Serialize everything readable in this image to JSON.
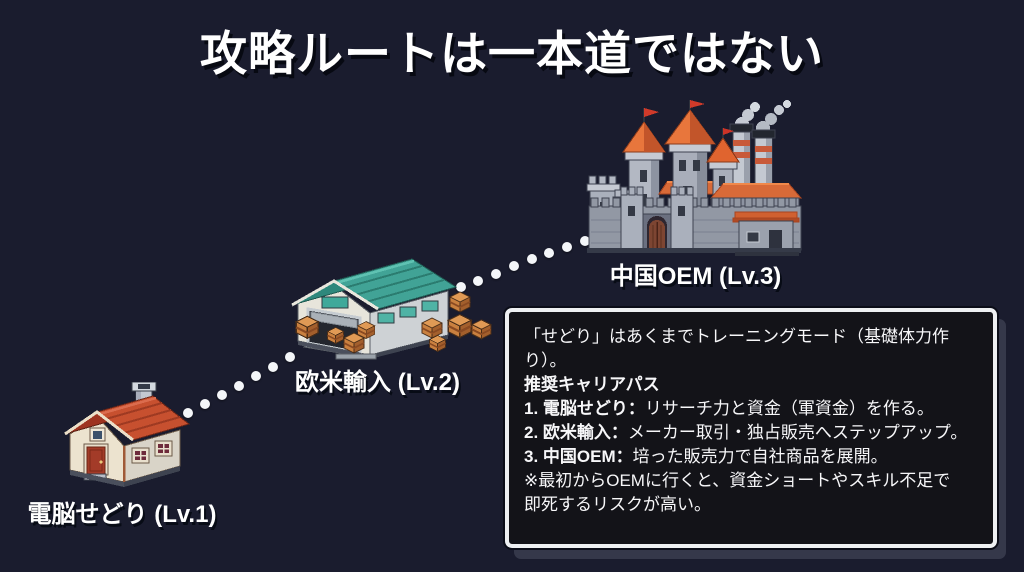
{
  "title": "攻略ルートは一本道ではない",
  "nodes": [
    {
      "id": "sedori-house",
      "label": "電脳せどり (Lv.1)",
      "icon": "pixel-house-icon"
    },
    {
      "id": "import-warehouse",
      "label": "欧米輸入 (Lv.2)",
      "icon": "pixel-warehouse-icon"
    },
    {
      "id": "china-oem-castle",
      "label": "中国OEM (Lv.3)",
      "icon": "pixel-castle-factory-icon"
    }
  ],
  "dialog": {
    "intro": "「せどり」はあくまでトレーニングモード（基礎体力作り）。",
    "heading": "推奨キャリアパス",
    "steps": [
      {
        "name": "1. 電脳せどり：",
        "desc": "リサーチ力と資金（軍資金）を作る。"
      },
      {
        "name": "2. 欧米輸入：",
        "desc": "メーカー取引・独占販売へステップアップ。"
      },
      {
        "name": "3. 中国OEM：",
        "desc": "培った販売力で自社商品を展開。"
      }
    ],
    "warning": "※最初からOEMに行くと、資金ショートやスキル不足で\n即死するリスクが高い。"
  },
  "colors": {
    "background": "#1a1c2e",
    "text": "#ffffff",
    "dialog_bg": "#131318",
    "dialog_border": "#eef0f2",
    "path_dot": "#f4f6f9",
    "house_roof": "#c7502f",
    "house_wall": "#ece3cf",
    "warehouse_roof": "#41a396",
    "warehouse_wall": "#e7e5db",
    "castle_stone": "#a9aeba",
    "castle_roof": "#e8763c",
    "flag_red": "#d03a2a",
    "crate": "#c9803f"
  }
}
